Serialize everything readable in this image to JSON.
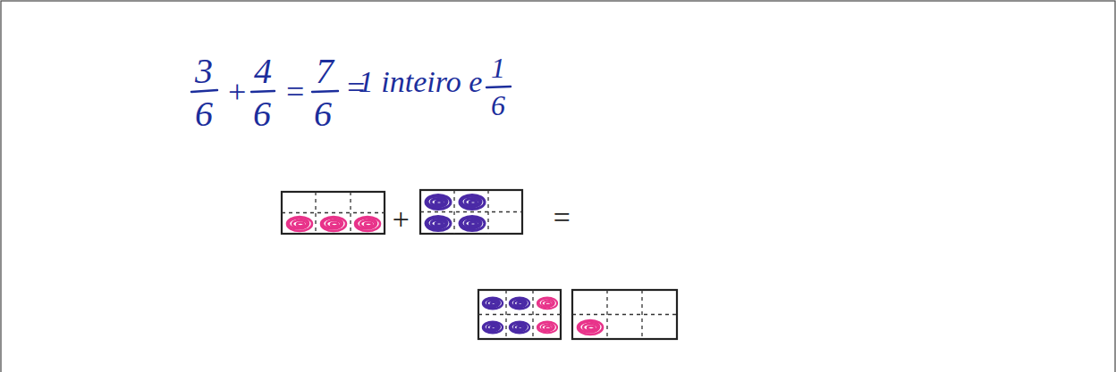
{
  "diagram": {
    "labels": [
      "3",
      "6",
      "+",
      "4",
      "6",
      "=",
      "7",
      "6",
      "=",
      "1 inteiro e",
      "1",
      "6",
      "+",
      "="
    ]
  }
}
